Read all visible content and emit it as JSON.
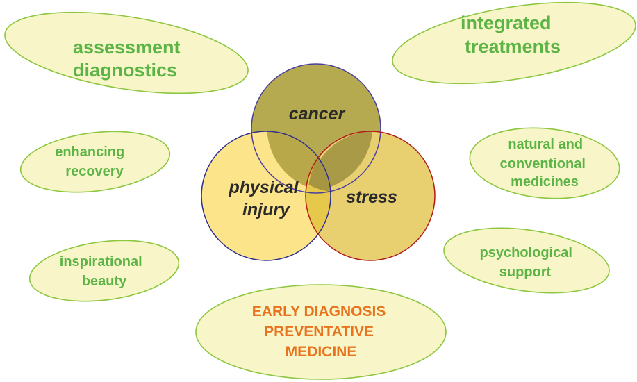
{
  "colors": {
    "oval_fill": "#f8f6c8",
    "oval_stroke": "#8dc63f",
    "oval_text": "#5cb446",
    "highlight_text": "#e8731e",
    "circle_text": "#2a2a2a",
    "cancer_fill": "#b6aa50",
    "cancer_stroke": "#4a3ea0",
    "injury_fill": "#fbe48a",
    "injury_stroke": "#2e2e8c",
    "stress_fill": "#e8d070",
    "stress_stroke": "#b01a1a"
  },
  "venn": {
    "cancer": "cancer",
    "physical_injury": [
      "physical",
      "injury"
    ],
    "stress": "stress"
  },
  "ovals": {
    "assessment": [
      "assessment",
      "diagnostics"
    ],
    "integrated": [
      "integrated",
      "treatments"
    ],
    "recovery": [
      "enhancing",
      "recovery"
    ],
    "natural": [
      "natural and",
      "conventional",
      "medicines"
    ],
    "beauty": [
      "inspirational",
      "beauty"
    ],
    "psychological": [
      "psychological",
      "support"
    ],
    "early": [
      "EARLY DIAGNOSIS",
      "PREVENTATIVE",
      "MEDICINE"
    ]
  }
}
